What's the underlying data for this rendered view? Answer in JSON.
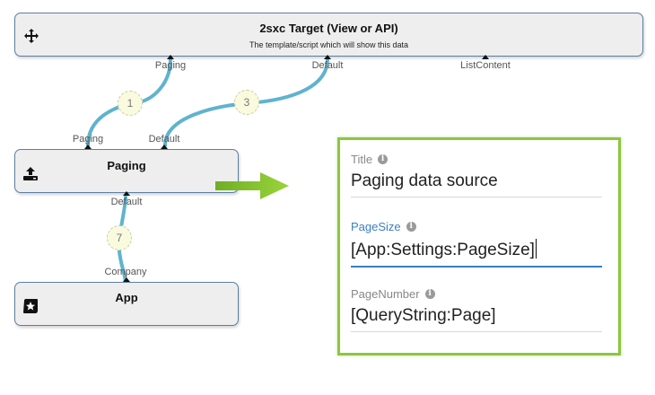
{
  "nodes": {
    "target": {
      "title": "2sxc Target (View or API)",
      "subtitle": "The template/script which will show this data",
      "icon": "move-icon",
      "inputs": [
        "Paging",
        "Default",
        "ListContent"
      ]
    },
    "paging": {
      "title": "Paging",
      "icon": "upload-icon",
      "inputs": [
        "Paging",
        "Default"
      ],
      "outputs": [
        "Default"
      ]
    },
    "app": {
      "title": "App",
      "icon": "star-icon",
      "outputs": [
        "Company"
      ]
    }
  },
  "connections": [
    {
      "label": "1",
      "from": "Paging.Paging",
      "to": "target.Paging"
    },
    {
      "label": "3",
      "from": "Paging.Default",
      "to": "target.Default"
    },
    {
      "label": "7",
      "from": "App.Company",
      "to": "Paging.Default"
    }
  ],
  "panel": {
    "fields": [
      {
        "label": "Title",
        "value": "Paging data source",
        "focused": false
      },
      {
        "label": "PageSize",
        "value": "[App:Settings:PageSize]",
        "focused": true
      },
      {
        "label": "PageNumber",
        "value": "[QueryString:Page]",
        "focused": false
      }
    ]
  },
  "colors": {
    "wire": "#5fb3cf",
    "panel_border": "#8cc63f",
    "focus": "#3a7fc1",
    "node_border": "#5b7fa6"
  }
}
